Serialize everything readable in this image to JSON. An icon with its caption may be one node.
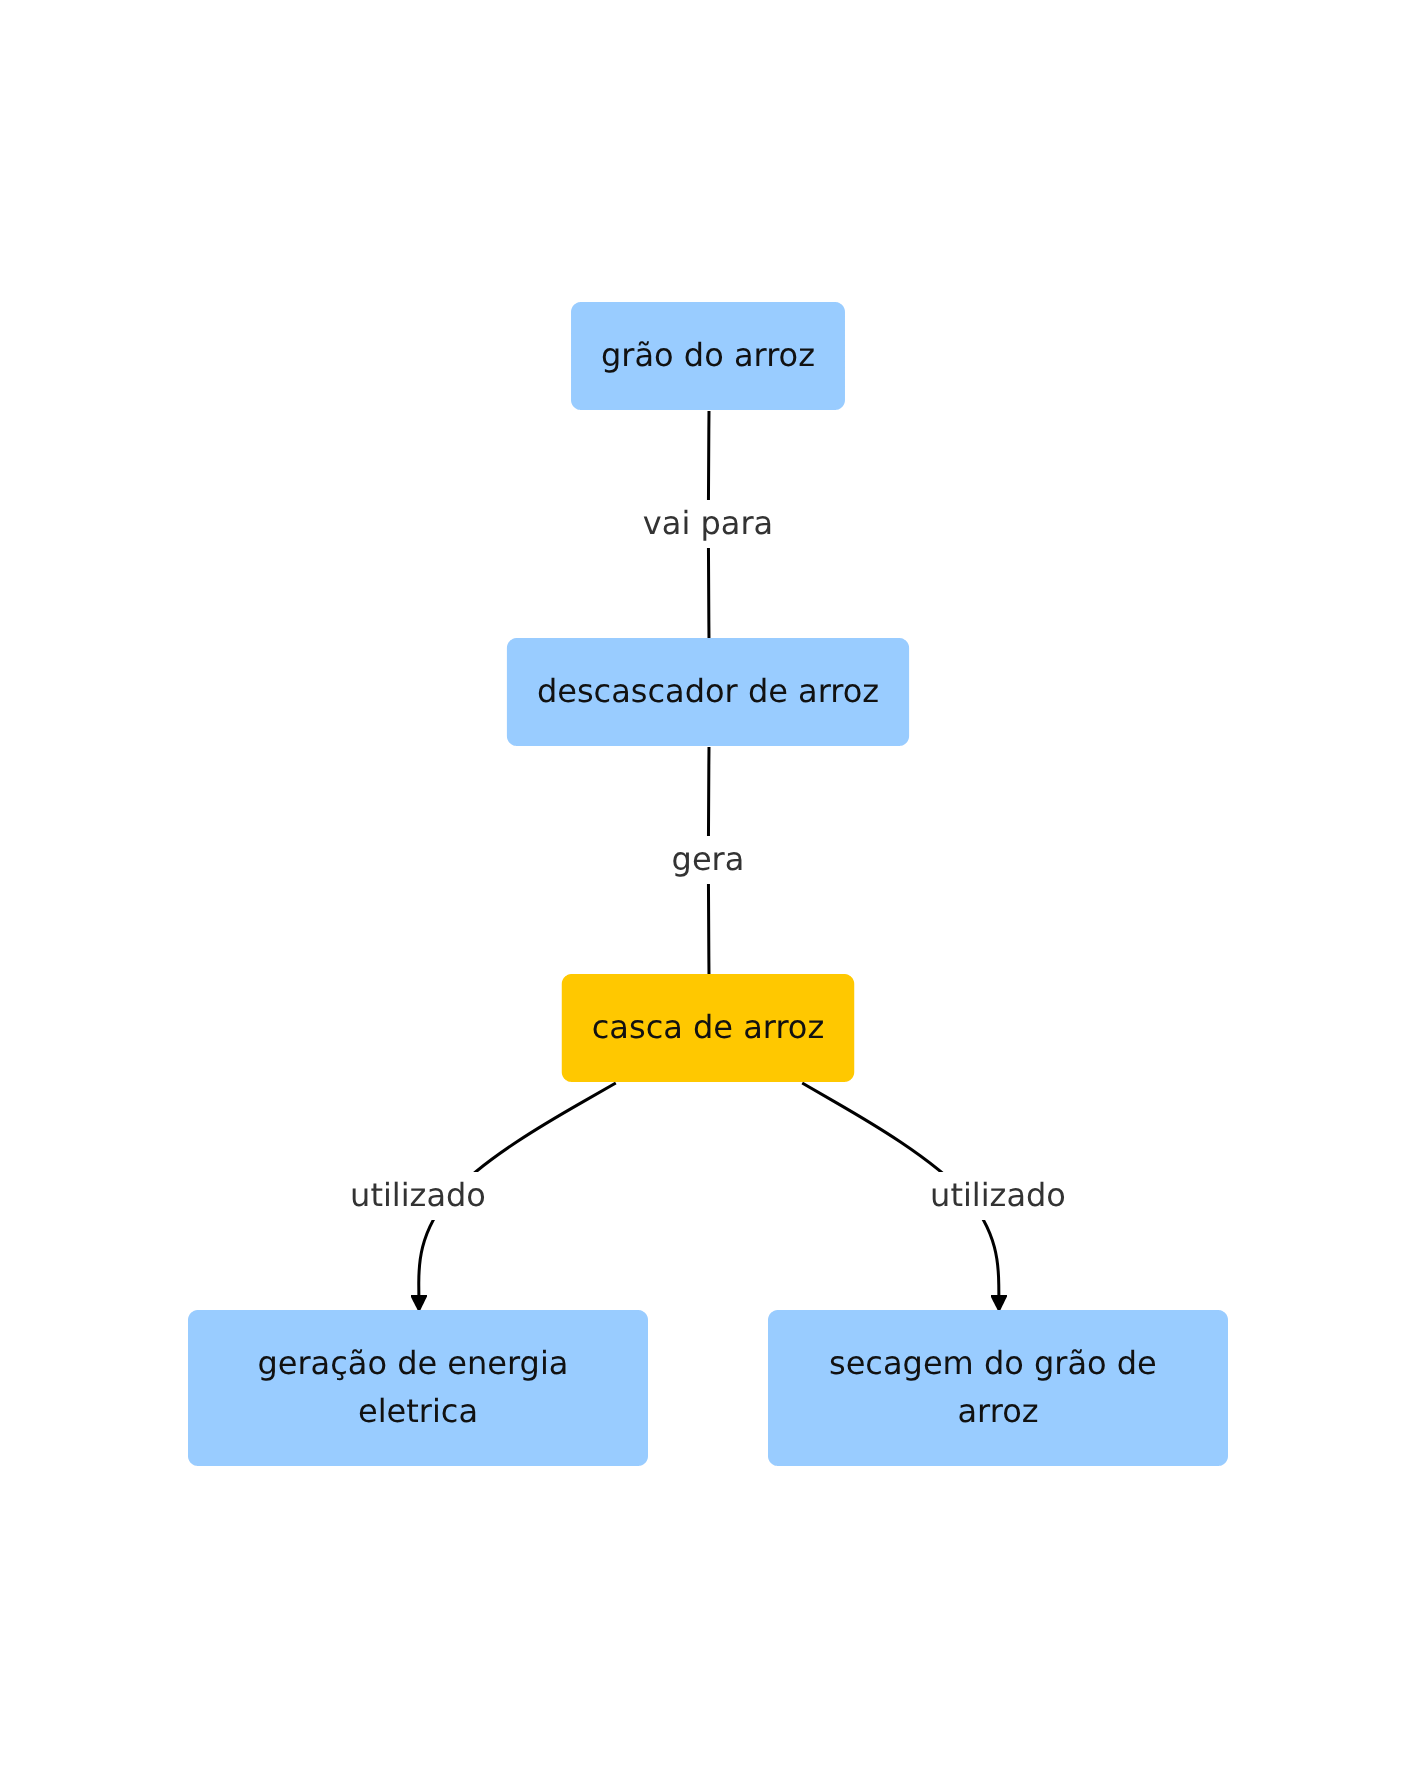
{
  "diagram": {
    "nodes": [
      {
        "text": [
          "grão do arroz"
        ]
      },
      {
        "text": [
          "descascador de arroz"
        ]
      },
      {
        "text": [
          "casca de arroz"
        ]
      },
      {
        "text": [
          "geração de energia eletrica"
        ]
      },
      {
        "text": [
          "secagem do grão de arroz"
        ]
      }
    ],
    "edges": [
      {
        "from": 0,
        "to": 1,
        "arrow": "none",
        "label": "vai para"
      },
      {
        "from": 1,
        "to": 2,
        "arrow": "none",
        "label": "gera"
      },
      {
        "from": 2,
        "to": 3,
        "arrow": "to",
        "label": "utilizado"
      },
      {
        "from": 2,
        "to": 4,
        "arrow": "to",
        "label": "utilizado"
      }
    ]
  }
}
